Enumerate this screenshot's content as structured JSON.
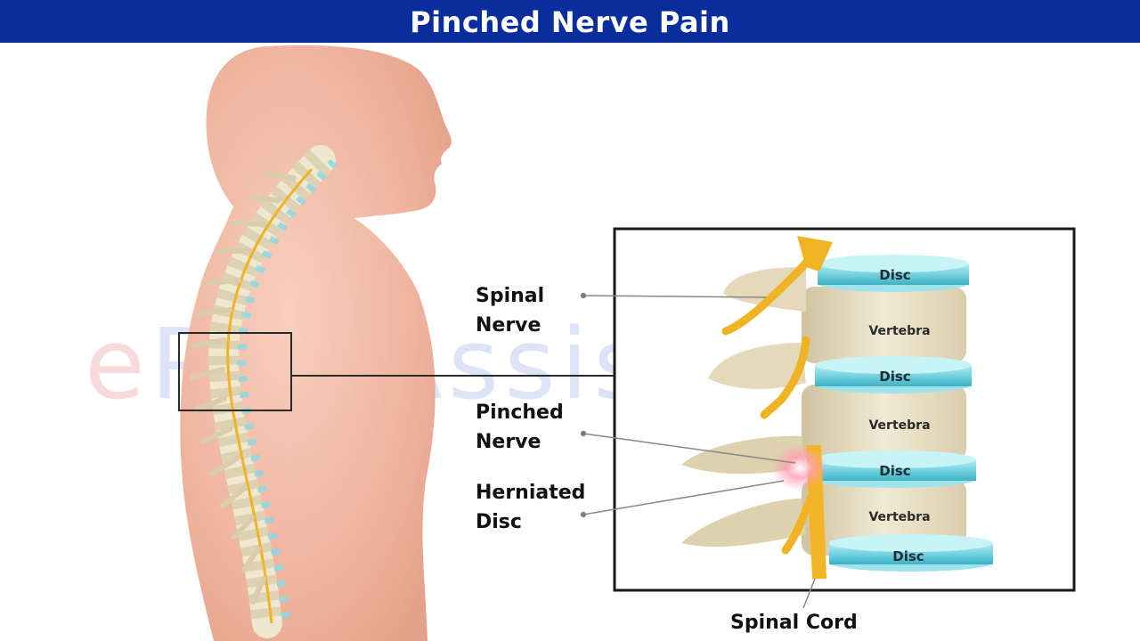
{
  "header": {
    "title": "Pinched Nerve Pain"
  },
  "watermark": {
    "part1": "e",
    "part2": "PainAssist.com"
  },
  "labels": {
    "spinal_nerve": "Spinal\nNerve",
    "pinched_nerve": "Pinched\nNerve",
    "herniated_disc": "Herniated\nDisc",
    "spinal_cord": "Spinal Cord"
  },
  "inset": {
    "discs": [
      "Disc",
      "Disc",
      "Disc",
      "Disc"
    ],
    "vertebrae": [
      "Vertebra",
      "Vertebra",
      "Vertebra"
    ]
  },
  "colors": {
    "header_bg": "#0a2d9e",
    "skin": "#f2b9a4",
    "disc": "#7fd9e3",
    "bone": "#e9e0c6",
    "nerve": "#f0b323"
  }
}
